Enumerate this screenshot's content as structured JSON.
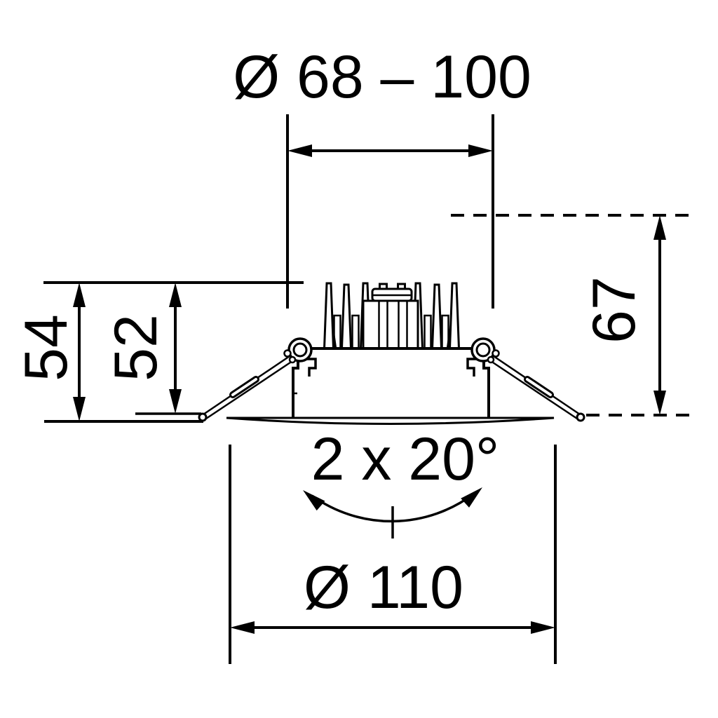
{
  "diagram": {
    "kind": "recessed-downlight-installation-dimension-drawing",
    "colors": {
      "line": "#000000",
      "background": "#ffffff"
    },
    "dimensions": {
      "cutout_diameter": {
        "label": "Ø 68 – 100"
      },
      "trim_diameter": {
        "label": "Ø 110"
      },
      "overall_height": {
        "label": "54"
      },
      "recessed_height": {
        "label": "52"
      },
      "height_above_ceiling": {
        "label": "67"
      },
      "tilt_angle": {
        "label": "2 x 20°"
      }
    }
  }
}
